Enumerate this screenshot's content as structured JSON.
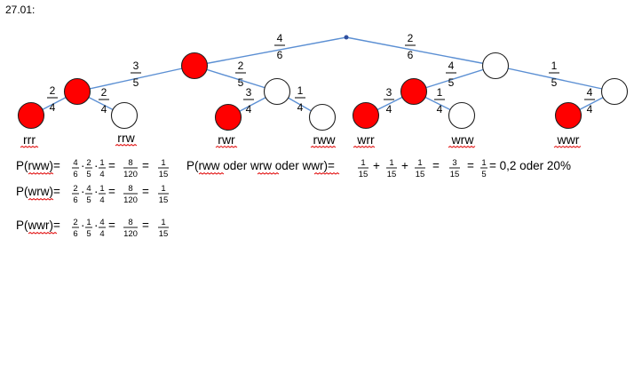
{
  "title": "27.01:",
  "colors": {
    "red": "#ff0000",
    "white": "#ffffff",
    "edge": "#5b8fd3",
    "root": "#2f4f9f"
  },
  "edge_labels": {
    "root_left": {
      "num": "4",
      "den": "6"
    },
    "root_right": {
      "num": "2",
      "den": "6"
    },
    "r_r": {
      "num": "3",
      "den": "5"
    },
    "r_w": {
      "num": "2",
      "den": "5"
    },
    "w_r": {
      "num": "4",
      "den": "5"
    },
    "w_w": {
      "num": "1",
      "den": "5"
    },
    "rr_r": {
      "num": "2",
      "den": "4"
    },
    "rr_w": {
      "num": "2",
      "den": "4"
    },
    "rw_r": {
      "num": "3",
      "den": "4"
    },
    "rw_w": {
      "num": "1",
      "den": "4"
    },
    "wr_r": {
      "num": "3",
      "den": "4"
    },
    "wr_w": {
      "num": "1",
      "den": "4"
    },
    "ww_r": {
      "num": "4",
      "den": "4"
    }
  },
  "leaves": [
    "rrr",
    "rrw",
    "rwr",
    "rww",
    "wrr",
    "wrw",
    "wwr"
  ],
  "equations": {
    "eq1_label": "P(rww)=",
    "eq2_label": "P(wrw)=",
    "eq3_label": "P(wwr)=",
    "eq1": [
      {
        "n": "4",
        "d": "6"
      },
      {
        "n": "2",
        "d": "5"
      },
      {
        "n": "1",
        "d": "4"
      },
      {
        "n": "8",
        "d": "120"
      },
      {
        "n": "1",
        "d": "15"
      }
    ],
    "eq2": [
      {
        "n": "2",
        "d": "6"
      },
      {
        "n": "4",
        "d": "5"
      },
      {
        "n": "1",
        "d": "4"
      },
      {
        "n": "8",
        "d": "120"
      },
      {
        "n": "1",
        "d": "15"
      }
    ],
    "eq3": [
      {
        "n": "2",
        "d": "6"
      },
      {
        "n": "1",
        "d": "5"
      },
      {
        "n": "4",
        "d": "4"
      },
      {
        "n": "8",
        "d": "120"
      },
      {
        "n": "1",
        "d": "15"
      }
    ],
    "total_label": "P(rww oder wrw oder wwr)=",
    "total_terms": [
      {
        "n": "1",
        "d": "15"
      },
      {
        "n": "1",
        "d": "15"
      },
      {
        "n": "1",
        "d": "15"
      },
      {
        "n": "3",
        "d": "15"
      },
      {
        "n": "1",
        "d": "5"
      }
    ],
    "total_result": "= 0,2 oder 20%"
  }
}
